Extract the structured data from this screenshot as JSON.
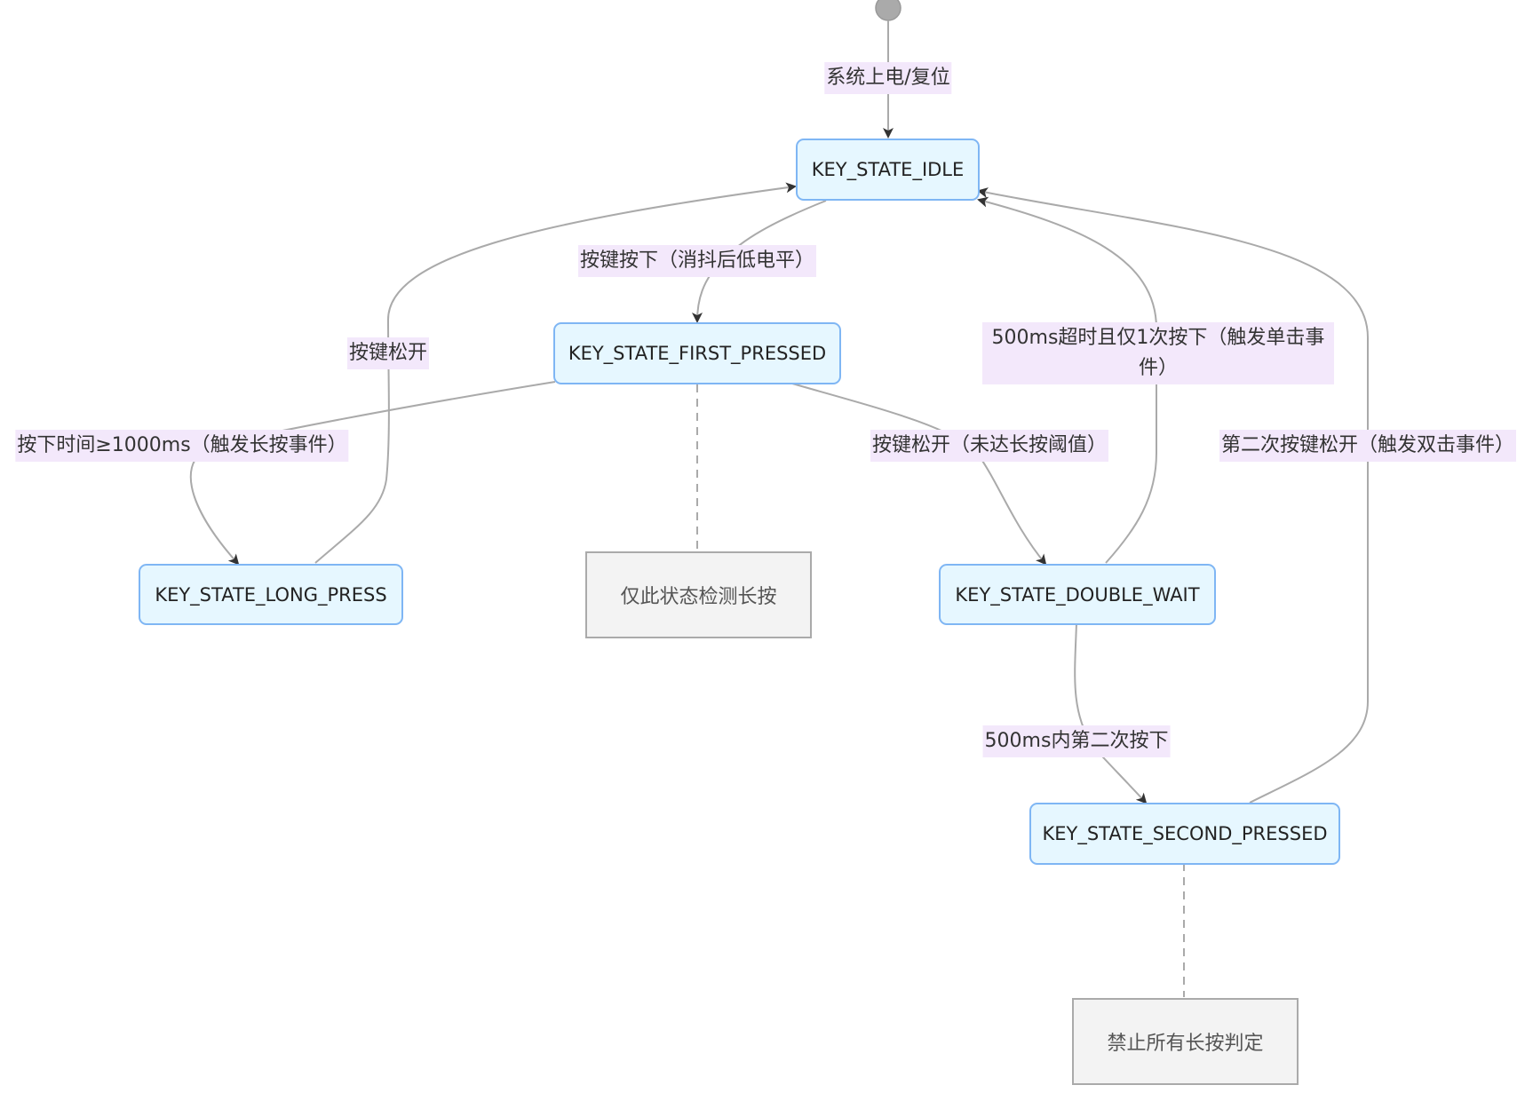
{
  "states": {
    "idle": "KEY_STATE_IDLE",
    "first_pressed": "KEY_STATE_FIRST_PRESSED",
    "long_press": "KEY_STATE_LONG_PRESS",
    "double_wait": "KEY_STATE_DOUBLE_WAIT",
    "second_pressed": "KEY_STATE_SECOND_PRESSED"
  },
  "notes": {
    "first_pressed": "仅此状态检测长按",
    "second_pressed": "禁止所有长按判定"
  },
  "transitions": {
    "power_on": "系统上电/复位",
    "idle_to_first": "按键按下（消抖后低电平）",
    "first_to_long": "按下时间≥1000ms（触发长按事件）",
    "long_to_idle": "按键松开",
    "first_to_double": "按键松开（未达长按阈值）",
    "double_to_idle": "500ms超时且仅1次按下（触发单击事件）",
    "double_to_second": "500ms内第二次按下",
    "second_to_idle": "第二次按键松开（触发双击事件）"
  },
  "colors": {
    "state_fill": "#e6f7ff",
    "state_border": "#7fb6f4",
    "label_bg": "#f3e8fb",
    "edge": "#aaaaaa",
    "arrow": "#333333"
  }
}
